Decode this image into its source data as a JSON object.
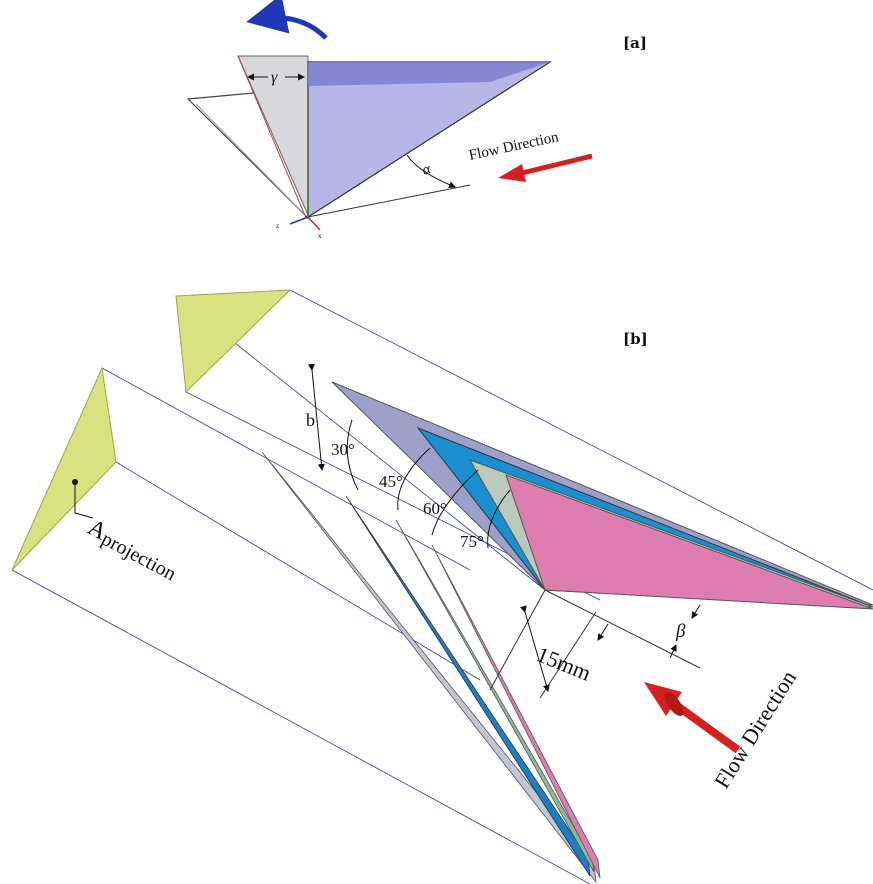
{
  "panels": {
    "a": {
      "label": "[a]",
      "gamma": "γ",
      "alpha": "α",
      "flow": "Flow Direction",
      "axis_z": "z",
      "axis_x": "x"
    },
    "b": {
      "label": "[b]",
      "b": "b",
      "beta": "β",
      "spacing": "15mm",
      "flow": "Flow Direction",
      "projection_main": "A",
      "projection_sub": "projection",
      "angles": [
        "30°",
        "45°",
        "60°",
        "75°"
      ]
    }
  },
  "colors": {
    "wing_blue": "#b6b7e6",
    "wing_blue_dark": "#7c7fcf",
    "wing_grey": "#d6d8dc",
    "wing_cyan": "#1a8fcf",
    "wing_sage": "#b9c9bd",
    "wing_pink": "#dd7db0",
    "projection": "#d8e37f",
    "arrow_red": "#d62020",
    "arrow_blue": "#1f38b8"
  }
}
